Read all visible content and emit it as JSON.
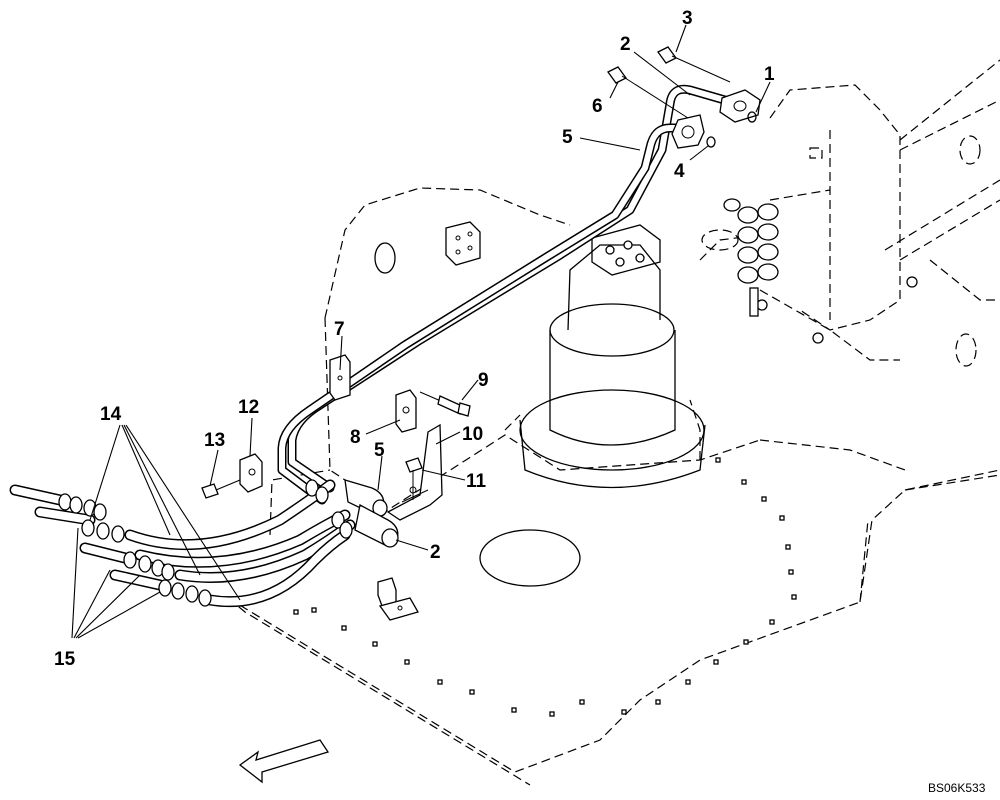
{
  "diagram": {
    "part_labels": [
      {
        "id": "1",
        "text": "1"
      },
      {
        "id": "2",
        "text": "2"
      },
      {
        "id": "2b",
        "text": "2"
      },
      {
        "id": "3",
        "text": "3"
      },
      {
        "id": "4",
        "text": "4"
      },
      {
        "id": "5",
        "text": "5"
      },
      {
        "id": "5b",
        "text": "5"
      },
      {
        "id": "6",
        "text": "6"
      },
      {
        "id": "7",
        "text": "7"
      },
      {
        "id": "8",
        "text": "8"
      },
      {
        "id": "9",
        "text": "9"
      },
      {
        "id": "10",
        "text": "10"
      },
      {
        "id": "11",
        "text": "11"
      },
      {
        "id": "12",
        "text": "12"
      },
      {
        "id": "13",
        "text": "13"
      },
      {
        "id": "14",
        "text": "14"
      },
      {
        "id": "15",
        "text": "15"
      }
    ],
    "drawing_code": "BS06K533",
    "direction_arrow": "front-direction-arrow"
  }
}
